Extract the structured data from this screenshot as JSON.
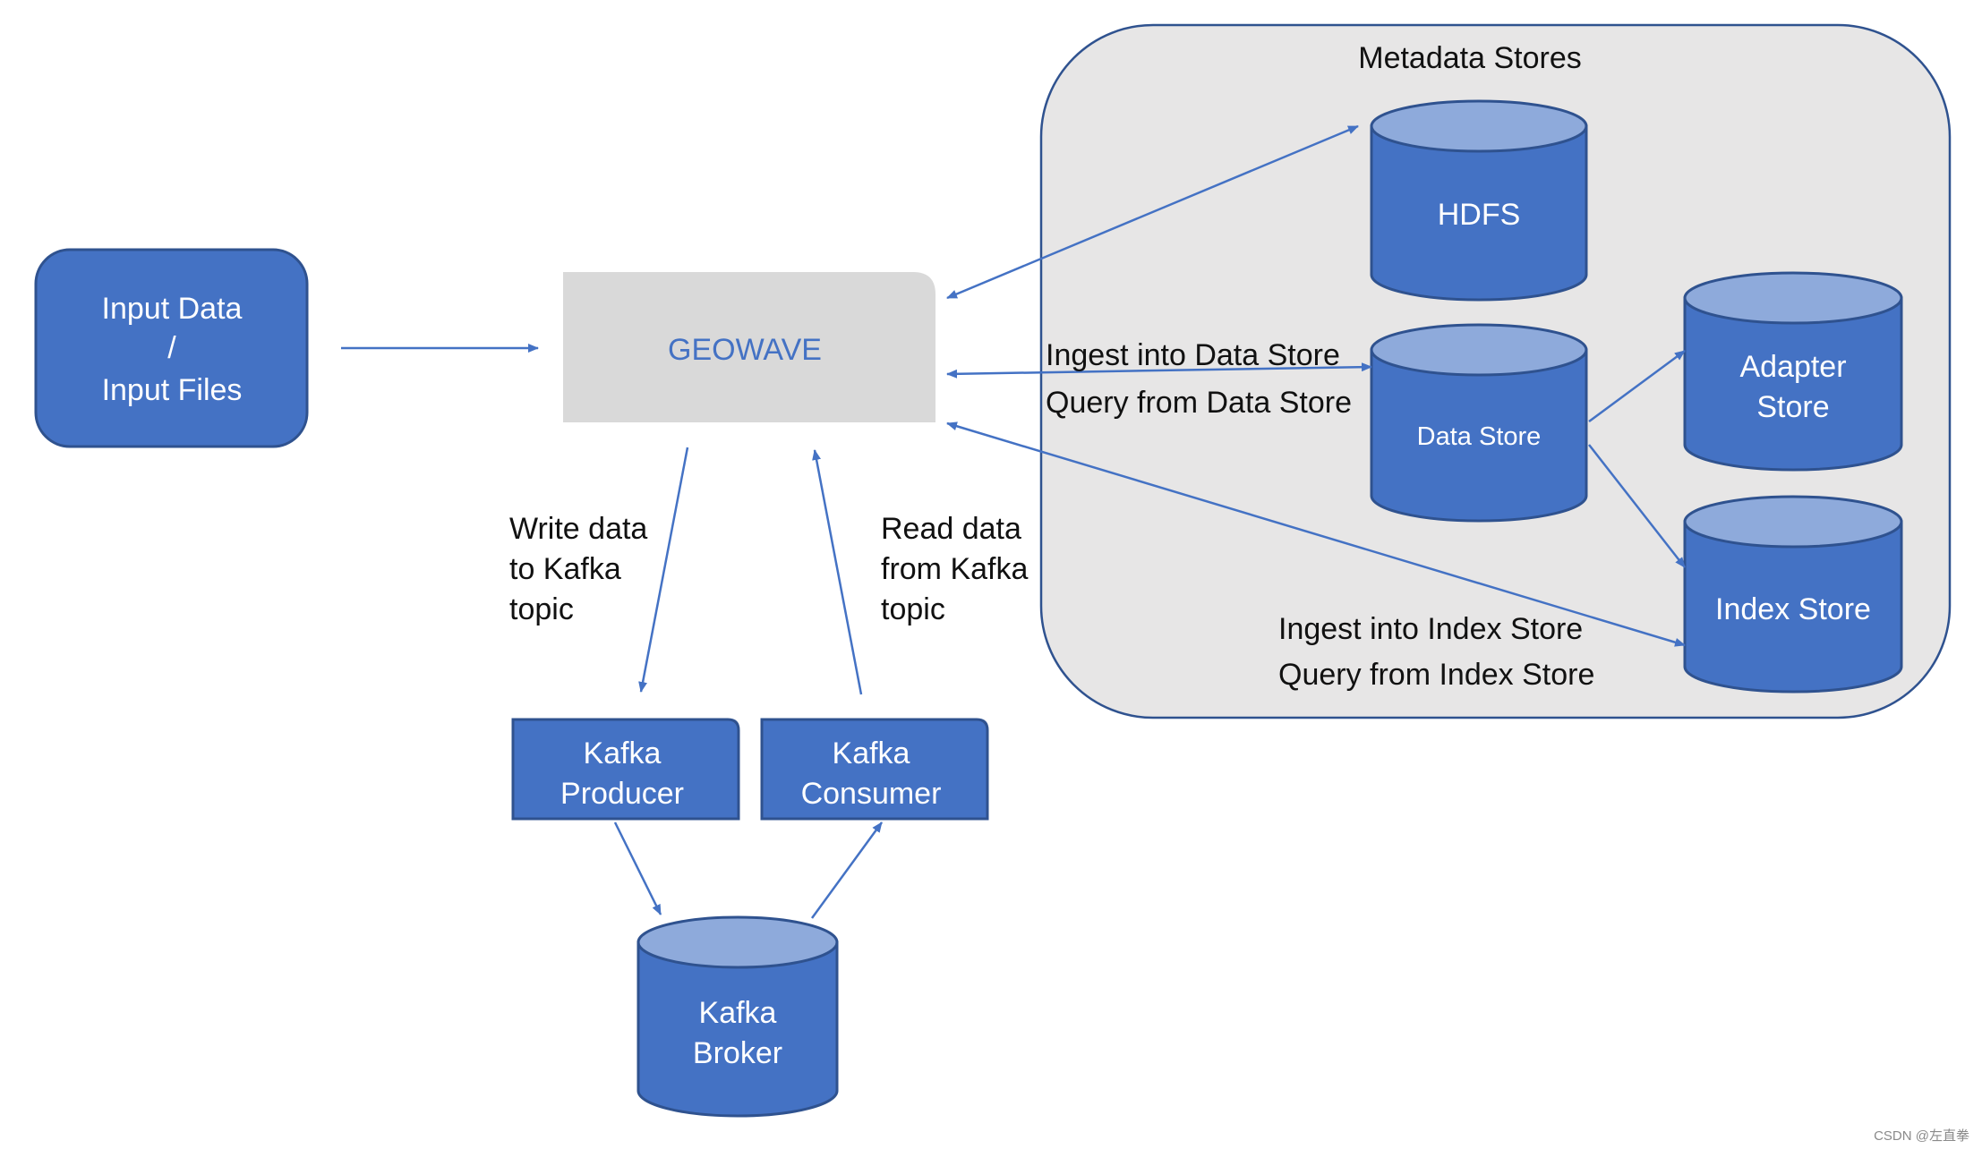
{
  "colors": {
    "primary": "#4472c4",
    "primary_light": "#8eaadb",
    "box_border": "#2f528f",
    "geowave_fill": "#d9d9d9",
    "metadata_fill": "#e7e6e6"
  },
  "input": {
    "line1": "Input Data",
    "line2": "/",
    "line3": "Input Files"
  },
  "geowave": {
    "label": "GEOWAVE"
  },
  "metadata": {
    "title": "Metadata Stores"
  },
  "stores": {
    "hdfs": "HDFS",
    "data_store": "Data Store",
    "adapter_line1": "Adapter",
    "adapter_line2": "Store",
    "index_store": "Index Store"
  },
  "labels": {
    "ingest_data": "Ingest into Data Store",
    "query_data": "Query from Data Store",
    "ingest_index": "Ingest into Index Store",
    "query_index": "Query from Index Store",
    "write_line1": "Write data",
    "write_line2": "to Kafka",
    "write_line3": "topic",
    "read_line1": "Read data",
    "read_line2": "from Kafka",
    "read_line3": "topic"
  },
  "kafka": {
    "producer_line1": "Kafka",
    "producer_line2": "Producer",
    "consumer_line1": "Kafka",
    "consumer_line2": "Consumer",
    "broker_line1": "Kafka",
    "broker_line2": "Broker"
  },
  "watermark": "CSDN @左直拳"
}
